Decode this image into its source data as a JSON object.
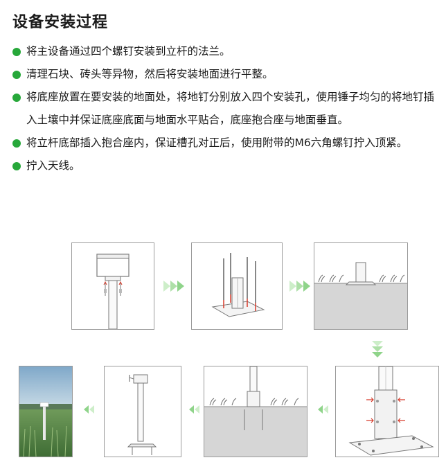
{
  "title": "设备安装过程",
  "steps": [
    "将主设备通过四个螺钉安装到立杆的法兰。",
    "清理石块、砖头等异物，然后将安装地面进行平整。",
    "将底座放置在要安装的地面处，将地钉分别放入四个安装孔，使用锤子均匀的将地钉插入土壤中并保证底座底面与地面水平贴合，底座抱合座与地面垂直。",
    "将立杆底部插入抱合座内，保证槽孔对正后，使用附带的M6六角螺钉拧入顶紧。",
    "拧入天线。"
  ],
  "colors": {
    "accent": "#27a83a",
    "arrow": "#8fd48a",
    "ground": "#d6d6d6",
    "grass": "#6f6f6f",
    "rod_red": "#d63a2a"
  },
  "diagram_panels": [
    {
      "icon": "device-on-pole-icon"
    },
    {
      "icon": "base-with-ground-nails-icon"
    },
    {
      "icon": "base-on-ground-icon"
    },
    {
      "icon": "pole-in-base-bolts-icon"
    },
    {
      "icon": "installed-pole-ground-icon"
    },
    {
      "icon": "pole-with-antenna-icon"
    },
    {
      "icon": "field-photo-icon"
    }
  ]
}
